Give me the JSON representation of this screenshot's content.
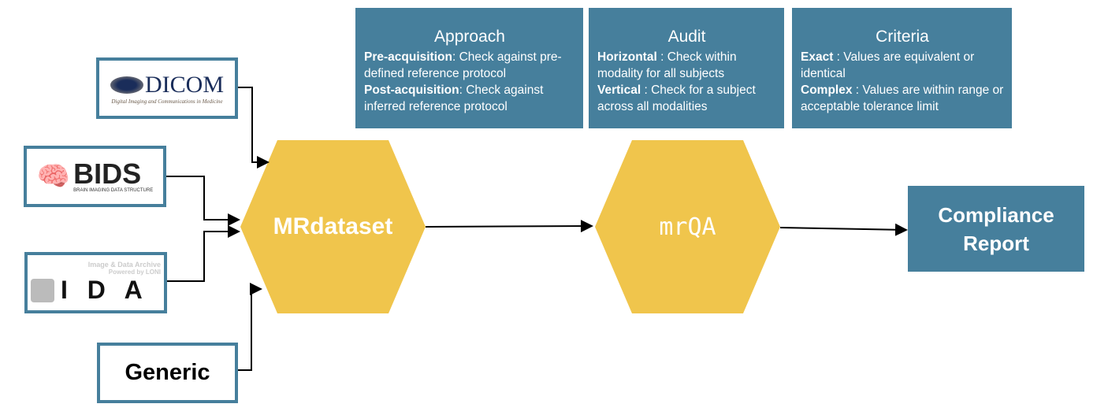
{
  "colors": {
    "box": "#467f9c",
    "hexagon": "#f0c54c"
  },
  "panels": [
    {
      "title": "Approach",
      "lines": [
        {
          "bold": "Pre-acquisition",
          "text": ": Check against pre-defined reference protocol"
        },
        {
          "bold": "Post-acquisition",
          "text": ": Check against inferred reference protocol"
        }
      ]
    },
    {
      "title": "Audit",
      "lines": [
        {
          "bold": "Horizontal",
          "text": " : Check within modality for all subjects"
        },
        {
          "bold": "Vertical",
          "text": " : Check for a subject across all modalities"
        }
      ]
    },
    {
      "title": "Criteria",
      "lines": [
        {
          "bold": "Exact",
          "text": " : Values are equivalent or identical"
        },
        {
          "bold": "Complex",
          "text": " : Values are within  range or acceptable tolerance limit"
        }
      ]
    }
  ],
  "sources": {
    "dicom": {
      "logo": "DICOM",
      "tagline": "Digital Imaging and Communications in Medicine"
    },
    "bids": {
      "logo": "BIDS",
      "tagline": "BRAIN IMAGING DATA STRUCTURE"
    },
    "ida": {
      "logo": "I D A",
      "tagline1": "Image & Data Archive",
      "tagline2": "Powered by LONI"
    },
    "generic": {
      "label": "Generic"
    }
  },
  "nodes": {
    "mrdataset": "MRdataset",
    "mrqa": "mrQA"
  },
  "output": {
    "line1": "Compliance",
    "line2": "Report"
  }
}
